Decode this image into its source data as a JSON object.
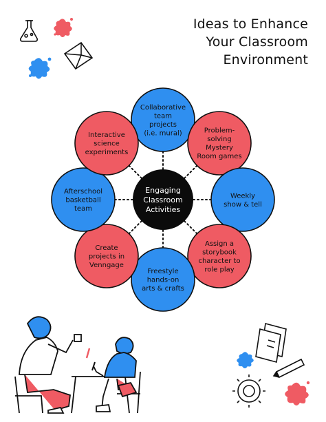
{
  "title": {
    "line1": "Ideas to Enhance",
    "line2": "Your Classroom",
    "line3": "Environment"
  },
  "colors": {
    "blue": "#2F8FF0",
    "red": "#EF5B63",
    "center": "#0b0b0b",
    "outline": "#111111"
  },
  "center": {
    "lines": [
      "Engaging",
      "Classroom",
      "Activities"
    ]
  },
  "nodes": [
    {
      "id": "top",
      "color": "blue",
      "lines": [
        "Collaborative",
        "team",
        "projects",
        "(i.e. mural)"
      ]
    },
    {
      "id": "top-right",
      "color": "red",
      "lines": [
        "Problem-",
        "solving",
        "Mystery",
        "Room games"
      ]
    },
    {
      "id": "right",
      "color": "blue",
      "lines": [
        "Weekly",
        "show & tell"
      ]
    },
    {
      "id": "bottom-right",
      "color": "red",
      "lines": [
        "Assign a",
        "storybook",
        "character to",
        "role play"
      ]
    },
    {
      "id": "bottom",
      "color": "blue",
      "lines": [
        "Freestyle",
        "hands-on",
        "arts & crafts"
      ]
    },
    {
      "id": "bottom-left",
      "color": "red",
      "lines": [
        "Create",
        "projects in",
        "Venngage"
      ]
    },
    {
      "id": "left",
      "color": "blue",
      "lines": [
        "Afterschool",
        "basketball",
        "team"
      ]
    },
    {
      "id": "top-left",
      "color": "red",
      "lines": [
        "Interactive",
        "science",
        "experiments"
      ]
    }
  ],
  "decorations": [
    "flask-icon",
    "paint-splash-icon",
    "envelope-icon",
    "kids-painting-illustration",
    "notebook-icon",
    "pencil-icon",
    "gear-icon"
  ]
}
